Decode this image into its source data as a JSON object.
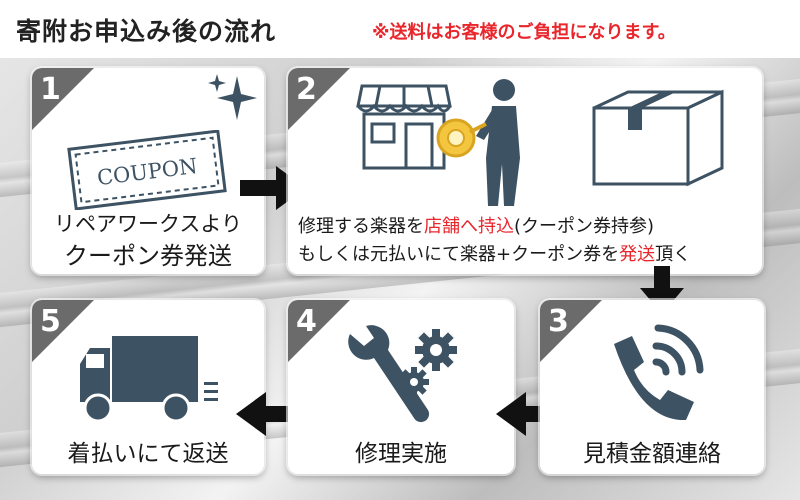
{
  "header": {
    "title": "寄附お申込み後の流れ",
    "note": "※送料はお客様のご負担になります。"
  },
  "steps": {
    "s1": {
      "num": "1",
      "coupon": "COUPON",
      "line1": "リペアワークスより",
      "line2": "クーポン券発送"
    },
    "s2": {
      "num": "2",
      "l1a": "修理する楽器を",
      "l1b": "店舗へ持込",
      "l1c": "(クーポン券持参)",
      "l2a": "もしくは元払いにて楽器+クーポン券を",
      "l2b": "発送",
      "l2c": "頂く"
    },
    "s3": {
      "num": "3",
      "label": "見積金額連絡"
    },
    "s4": {
      "num": "4",
      "label": "修理実施"
    },
    "s5": {
      "num": "5",
      "label": "着払いにて返送"
    }
  },
  "colors": {
    "icon": "#3d5263",
    "accent": "#e8262c",
    "corner": "#6b6b6b",
    "gold": "#d9a521"
  },
  "icons": [
    "sparkle-icon",
    "coupon-icon",
    "shop-icon",
    "person-with-horn-icon",
    "box-icon",
    "phone-icon",
    "wrench-gears-icon",
    "truck-icon",
    "arrow-right-icon",
    "arrow-down-icon",
    "arrow-left-icon"
  ]
}
